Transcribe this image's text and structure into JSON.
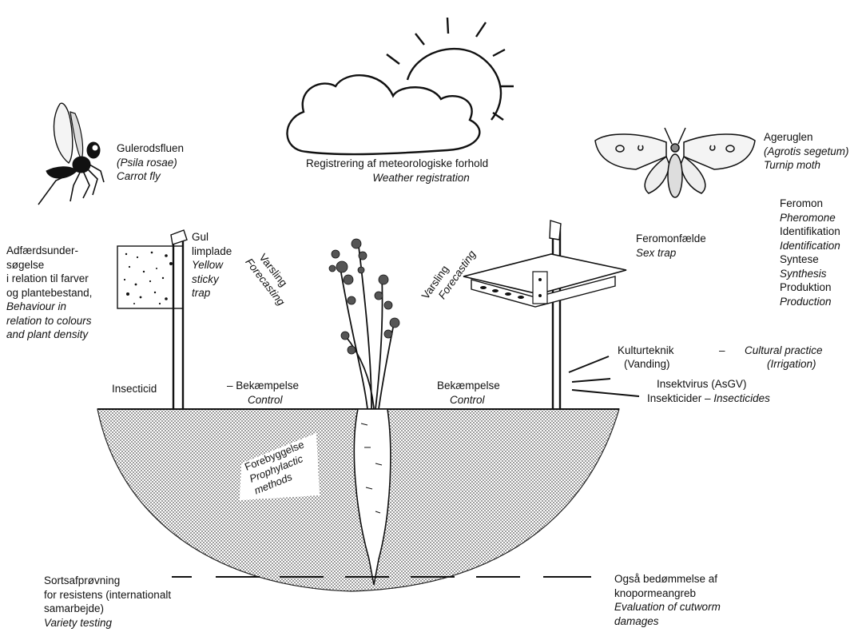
{
  "weather": {
    "da": "Registrering af meteorologiske forhold",
    "en": "Weather registration"
  },
  "carrot_fly": {
    "da": "Gulerodsfluen",
    "latin": "(Psila rosae)",
    "en": "Carrot fly"
  },
  "turnip_moth": {
    "da": "Ageruglen",
    "latin": "(Agrotis segetum)",
    "en": "Turnip moth"
  },
  "pheromone": [
    "Feromon",
    "Pheromone",
    "Identifikation",
    "Identification",
    "Syntese",
    "Synthesis",
    "Produktion",
    "Production"
  ],
  "sex_trap": {
    "da": "Feromonfælde",
    "en": "Sex trap"
  },
  "sticky_trap": {
    "da1": "Gul",
    "da2": "limplade",
    "en1": "Yellow",
    "en2": "sticky",
    "en3": "trap"
  },
  "behaviour": {
    "da": [
      "Adfærdsunder-",
      "søgelse",
      "i relation til farver",
      "og plantebestand,"
    ],
    "en": [
      "Behaviour in",
      "relation to colours",
      "and plant density"
    ]
  },
  "forecasting_left": {
    "da": "Varsling",
    "en": "Forecasting"
  },
  "forecasting_right": {
    "da": "Varsling",
    "en": "Forecasting"
  },
  "insecticid": "Insecticid",
  "control_left": {
    "da": "– Bekæmpelse",
    "en": "Control"
  },
  "control_right": {
    "da": "Bekæmpelse",
    "en": "Control"
  },
  "cultural": {
    "da1": "Kulturteknik",
    "dash": "–",
    "en1": "Cultural practice",
    "da2": "(Vanding)",
    "en2": "(Irrigation)"
  },
  "virus": "Insektvirus (AsGV)",
  "insecticides": {
    "da": "Insekticider – ",
    "en": "Insecticides"
  },
  "prophylactic": {
    "da": "Forebyggelse",
    "en1": "Prophylactic",
    "en2": "methods"
  },
  "variety": {
    "da": [
      "Sortsafprøvning",
      "for resistens (internationalt",
      "samarbejde)"
    ],
    "en": "Variety testing"
  },
  "cutworm": {
    "da": [
      "Også bedømmelse af",
      "knopormeangreb"
    ],
    "en": [
      "Evaluation of cutworm",
      "damages"
    ]
  }
}
